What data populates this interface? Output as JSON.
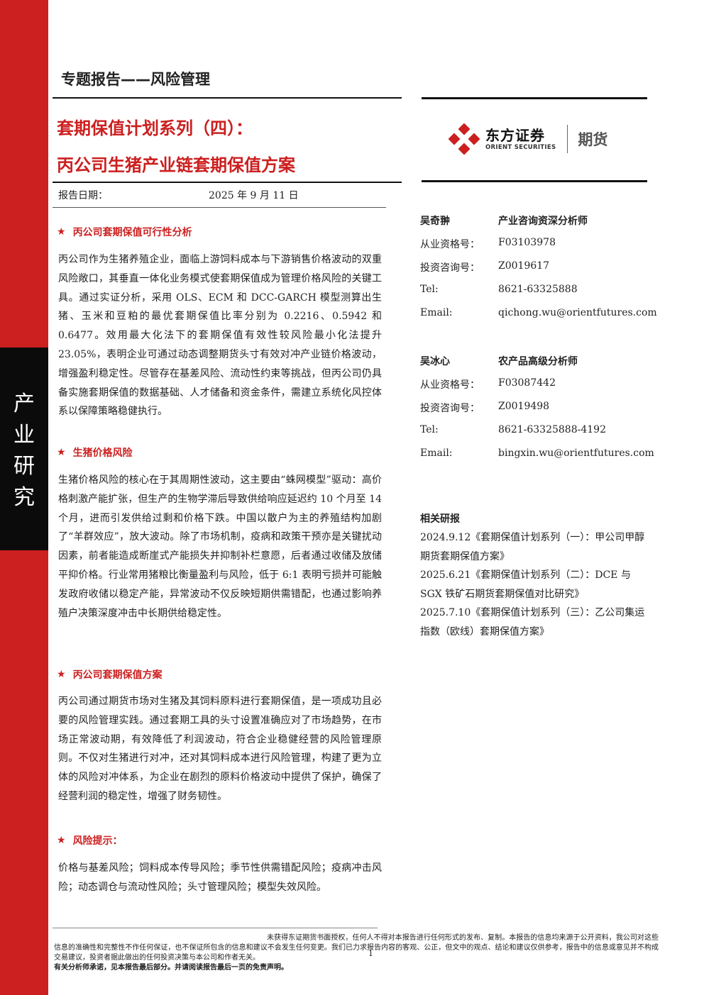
{
  "doc_type": "专题报告——风险管理",
  "title_line1": "套期保值计划系列（四）：",
  "title_line2": "丙公司生猪产业链套期保值方案",
  "report_date": {
    "label": "报告日期：",
    "value": "2025 年 9 月 11 日"
  },
  "brand": {
    "name_cn": "东方证券",
    "name_en": "ORIENT SECURITIES",
    "futures": "期货"
  },
  "side_label": [
    "产",
    "业",
    "研",
    "究"
  ],
  "sections": [
    {
      "heading": "丙公司套期保值可行性分析",
      "text": "丙公司作为生猪养殖企业，面临上游饲料成本与下游销售价格波动的双重风险敞口，其垂直一体化业务模式使套期保值成为管理价格风险的关键工具。通过实证分析，采用 OLS、ECM 和 DCC-GARCH 模型测算出生猪、玉米和豆粕的最优套期保值比率分别为 0.2216、0.5942 和 0.6477。效用最大化法下的套期保值有效性较风险最小化法提升 23.05%，表明企业可通过动态调整期货头寸有效对冲产业链价格波动，增强盈利稳定性。尽管存在基差风险、流动性约束等挑战，但丙公司仍具备实施套期保值的数据基础、人才储备和资金条件，需建立系统化风控体系以保障策略稳健执行。"
    },
    {
      "heading": "生猪价格风险",
      "text": "生猪价格风险的核心在于其周期性波动，这主要由“蛛网模型”驱动：高价格刺激产能扩张，但生产的生物学滞后导致供给响应延迟约 10 个月至 14 个月，进而引发供给过剩和价格下跌。中国以散户为主的养殖结构加剧了“羊群效应”，放大波动。除了市场机制，疫病和政策干预亦是关键扰动因素，前者能造成断崖式产能损失并抑制补栏意愿，后者通过收储及放储平抑价格。行业常用猪粮比衡量盈利与风险，低于 6:1 表明亏损并可能触发政府收储以稳定产能，异常波动不仅反映短期供需错配，也通过影响养殖户决策深度冲击中长期供给稳定性。"
    },
    {
      "heading": "丙公司套期保值方案",
      "text": "丙公司通过期货市场对生猪及其饲料原料进行套期保值，是一项成功且必要的风险管理实践。通过套期工具的头寸设置准确应对了市场趋势，在市场正常波动期，有效降低了利润波动，符合企业稳健经营的风险管理原则。不仅对生猪进行对冲，还对其饲料成本进行风险管理，构建了更为立体的风险对冲体系，为企业在剧烈的原料价格波动中提供了保护，确保了经营利润的稳定性，增强了财务韧性。"
    },
    {
      "heading": "风险提示：",
      "text": "价格与基差风险；饲料成本传导风险；季节性供需错配风险；疫病冲击风险；动态调仓与流动性风险；头寸管理风险；模型失效风险。"
    }
  ],
  "analysts": [
    {
      "name": "吴奇翀",
      "title": "产业咨询资深分析师",
      "license_label": "从业资格号：",
      "license": "F03103978",
      "consult_label": "投资咨询号：",
      "consult": "Z0019617",
      "tel_label": "Tel:",
      "tel": "8621-63325888",
      "email_label": "Email:",
      "email": "qichong.wu@orientfutures.com"
    },
    {
      "name": "吴冰心",
      "title": "农产品高级分析师",
      "license_label": "从业资格号：",
      "license": "F03087442",
      "consult_label": "投资咨询号：",
      "consult": "Z0019498",
      "tel_label": "Tel:",
      "tel": "8621-63325888-4192",
      "email_label": "Email:",
      "email": "bingxin.wu@orientfutures.com"
    }
  ],
  "related": {
    "heading": "相关研报",
    "items": [
      "2024.9.12《套期保值计划系列（一）：甲公司甲醇期货套期保值方案》",
      "2025.6.21《套期保值计划系列（二）：DCE 与 SGX 铁矿石期货套期保值对比研究》",
      "2025.7.10《套期保值计划系列（三）：乙公司集运指数（欧线）套期保值方案》"
    ]
  },
  "footer": {
    "disclaimer": "未获得东证期货书面授权，任何人不得对本报告进行任何形式的发布、复制。本报告的信息均来源于公开资料，我公司对这些信息的准确性和完整性不作任何保证，也不保证所包含的信息和建议不会发生任何变更。我们已力求报告内容的客观、公正，但文中的观点、结论和建议仅供参考，报告中的信息或意见并不构成交易建议，投资者据此做出的任何投资决策与本公司和作者无关。",
    "notice": "有关分析师承诺，见本报告最后部分。并请阅读报告最后一页的免责声明。",
    "page": "1"
  },
  "colors": {
    "accent": "#cc1f1f",
    "black_band": "#0b0b0b"
  }
}
